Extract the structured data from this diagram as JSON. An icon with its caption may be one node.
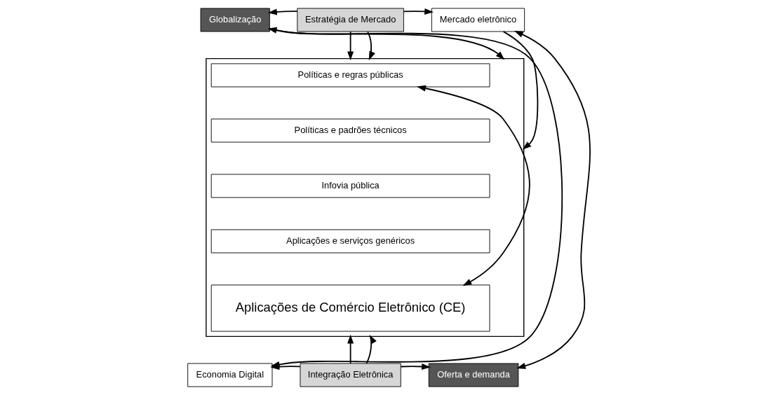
{
  "diagram": {
    "nodes": [
      {
        "text": [
          "Globalização"
        ]
      },
      {
        "text": [
          "Estratégia de Mercado"
        ]
      },
      {
        "text": [
          "Mercado eletrônico"
        ]
      },
      {
        "text": [],
        "shape": "box"
      },
      {
        "text": [
          "Políticas e regras públicas"
        ],
        "in": 3
      },
      {
        "text": [
          "Políticas e padrões técnicos"
        ],
        "in": 3
      },
      {
        "text": [
          "Infovia pública"
        ],
        "in": 3
      },
      {
        "text": [
          "Aplicações e serviços genéricos"
        ],
        "in": 3
      },
      {
        "text": [
          "Aplicações de Comércio Eletrônico (CE)"
        ],
        "in": 3
      },
      {
        "text": [
          "Economia Digital"
        ]
      },
      {
        "text": [
          "Integração Eletrônica"
        ]
      },
      {
        "text": [
          "Oferta e demanda"
        ]
      }
    ],
    "edges": [
      {
        "from": 1,
        "to": 0,
        "arrow": "to"
      },
      {
        "from": 1,
        "to": 2,
        "arrow": "to"
      },
      {
        "from": 1,
        "to": 3,
        "arrow": "to"
      },
      {
        "from": 1,
        "to": 3,
        "arrow": "to"
      },
      {
        "from": 0,
        "to": 9,
        "arrow": "both"
      },
      {
        "from": 0,
        "to": 3,
        "arrow": "to"
      },
      {
        "from": 2,
        "to": 11,
        "arrow": "both"
      },
      {
        "from": 2,
        "to": 3,
        "arrow": "to"
      },
      {
        "from": 10,
        "to": 9,
        "arrow": "to"
      },
      {
        "from": 10,
        "to": 11,
        "arrow": "to"
      },
      {
        "from": 10,
        "to": 3,
        "arrow": "to"
      },
      {
        "from": 10,
        "to": 3,
        "arrow": "to"
      },
      {
        "from": 4,
        "to": 8,
        "arrow": "both"
      }
    ]
  }
}
